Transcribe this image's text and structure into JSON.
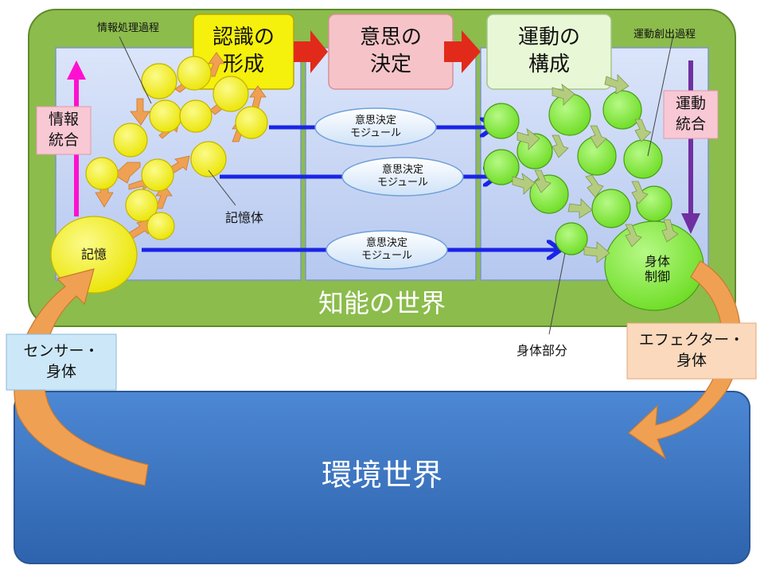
{
  "headers": {
    "recognition": "認識の\n形成",
    "decision": "意思の\n決定",
    "motion": "運動の\n構成"
  },
  "labels": {
    "info_process": "情報処理過程",
    "motion_process": "運動創出過程",
    "info_integration": "情報\n統合",
    "motion_integration": "運動\n統合",
    "memory": "記憶",
    "memory_body": "記憶体",
    "decision_module": "意思決定\nモジュール",
    "body_control": "身体\n制御",
    "body_part": "身体部分",
    "intelligence_world": "知能の世界",
    "sensor_body": "センサー・\n身体",
    "effector_body": "エフェクター・\n身体",
    "environment_world": "環境世界"
  },
  "colors": {
    "outer_green": "#8cbc4c",
    "panel_blue": "#c8d6f4",
    "environment_blue": "#3f79c6",
    "yellow_node": "#f2f00a",
    "green_node": "#7ee83a",
    "orange_arrow": "#f0a052",
    "red_arrow": "#e22a1a",
    "blue_arrow": "#1a24e6",
    "magenta_arrow": "#ff10d0",
    "purple_arrow": "#7030a0"
  }
}
